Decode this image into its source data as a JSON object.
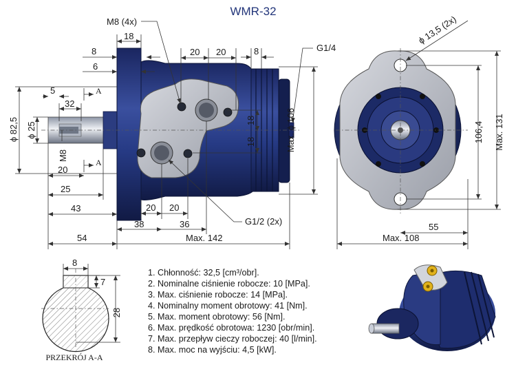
{
  "title": "WMR-32",
  "colors": {
    "body_blue": "#22357a",
    "body_dark": "#141f4a",
    "flange_gray": "#b9bcc4",
    "dimension_line": "#333333"
  },
  "side_view": {
    "labels": {
      "m8_4x": "M8 (4x)",
      "g14": "G1/4",
      "g12_2x": "G1/2 (2x)",
      "section_a": "A",
      "max_dia_106": "Max. ϕ 106",
      "dia_82_5": "ϕ 82,5",
      "dia_25": "ϕ 25",
      "m8": "M8"
    },
    "dims": {
      "d18_top": "18",
      "d8_top": "8",
      "d6": "6",
      "d20_a": "20",
      "d20_b": "20",
      "d8_right": "8",
      "d5": "5",
      "d32": "32",
      "d18_v1": "18",
      "d18_v2": "18",
      "d20_shaft": "20",
      "d25": "25",
      "d43": "43",
      "d20_port1": "20",
      "d20_port2": "20",
      "d38": "38",
      "d36": "36",
      "d54": "54",
      "max142": "Max. 142"
    }
  },
  "front_view": {
    "labels": {
      "hole_dia": "ϕ 13,5 (2x)"
    },
    "dims": {
      "d106_4": "106,4",
      "max131": "Max. 131",
      "d55": "55",
      "max108": "Max. 108"
    }
  },
  "section": {
    "label": "PRZEKRÓJ A-A",
    "dims": {
      "key_width": "8",
      "key_depth": "7",
      "height": "28"
    }
  },
  "specs": [
    "1. Chłonność: 32,5 [cm³/obr].",
    "2. Nominalne ciśnienie robocze: 10 [MPa].",
    "3. Max. ciśnienie robocze: 14 [MPa].",
    "4. Nominalny moment obrotowy: 41 [Nm].",
    "5. Max. moment obrotowy: 56 [Nm].",
    "6. Max. prędkość obrotowa: 1230 [obr/min].",
    "7. Max. przepływ cieczy roboczej: 40 [l/min].",
    "8. Max. moc na wyjściu: 4,5 [kW]."
  ]
}
